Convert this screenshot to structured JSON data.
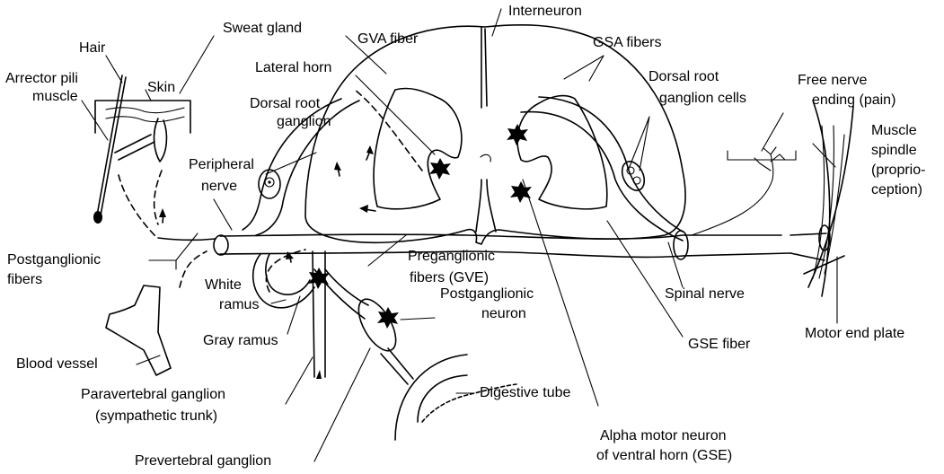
{
  "labels": {
    "hair": "Hair",
    "sweat_gland": "Sweat gland",
    "gva_fiber": "GVA fiber",
    "interneuron": "Interneuron",
    "gsa_fibers": "GSA fibers",
    "arrector_pili_1": "Arrector pili",
    "arrector_pili_2": "muscle",
    "skin": "Skin",
    "lateral_horn": "Lateral horn",
    "dorsal_root_ganglion_1": "Dorsal root",
    "dorsal_root_ganglion_2": "ganglion",
    "drg_cells_1": "Dorsal root",
    "drg_cells_2": "ganglion cells",
    "free_nerve_1": "Free nerve",
    "free_nerve_2": "ending (pain)",
    "muscle_spindle_1": "Muscle",
    "muscle_spindle_2": "spindle",
    "muscle_spindle_3": "(proprio-",
    "muscle_spindle_4": "ception)",
    "peripheral_nerve_1": "Peripheral",
    "peripheral_nerve_2": "nerve",
    "postganglionic_fibers_1": "Postganglionic",
    "postganglionic_fibers_2": "fibers",
    "preganglionic_1": "Preganglionic",
    "preganglionic_2": "fibers (GVE)",
    "white_ramus_1": "White",
    "white_ramus_2": "ramus",
    "gray_ramus": "Gray ramus",
    "blood_vessel": "Blood vessel",
    "postganglionic_neuron_1": "Postganglionic",
    "postganglionic_neuron_2": "neuron",
    "spinal_nerve": "Spinal nerve",
    "gse_fiber": "GSE fiber",
    "motor_end_plate": "Motor end plate",
    "digestive_tube": "Digestive tube",
    "paravertebral_1": "Paravertebral ganglion",
    "paravertebral_2": "(sympathetic trunk)",
    "alpha_motor_1": "Alpha motor neuron",
    "alpha_motor_2": "of ventral horn (GSE)",
    "prevertebral": "Prevertebral ganglion"
  },
  "colors": {
    "ink": "#000000",
    "background": "#ffffff"
  }
}
